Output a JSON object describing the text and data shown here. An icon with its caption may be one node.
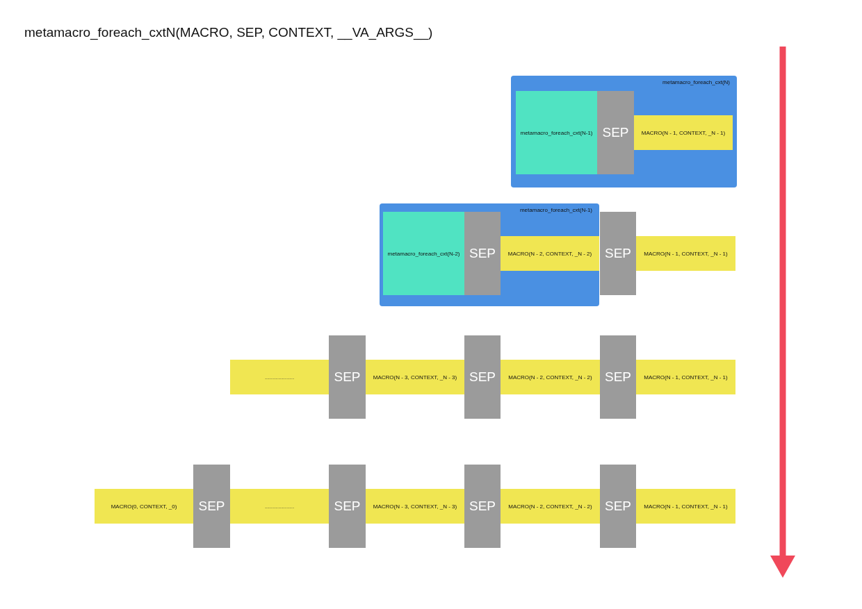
{
  "diagram": {
    "title": "metamacro_foreach_cxtN(MACRO, SEP, CONTEXT, __VA_ARGS__)",
    "nodes": [
      {
        "text": [
          "metamacro_foreach_cxt(N)"
        ]
      },
      {
        "text": [
          "metamacro_foreach_cxt(N-1)"
        ],
        "in": 0
      },
      {
        "text": [
          "SEP"
        ],
        "in": 0
      },
      {
        "text": [
          "MACRO(N - 1, CONTEXT, _N - 1)"
        ],
        "in": 0
      },
      {
        "text": [
          "metamacro_foreach_cxt(N-1)"
        ]
      },
      {
        "text": [
          "metamacro_foreach_cxt(N-2)"
        ],
        "in": 4
      },
      {
        "text": [
          "SEP"
        ],
        "in": 4
      },
      {
        "text": [
          "MACRO(N - 2, CONTEXT, _N - 2)"
        ],
        "in": 4
      },
      {
        "text": [
          "SEP"
        ]
      },
      {
        "text": [
          "MACRO(N - 1, CONTEXT, _N - 1)"
        ]
      },
      {
        "text": [
          "..................."
        ]
      },
      {
        "text": [
          "SEP"
        ]
      },
      {
        "text": [
          "MACRO(N - 3, CONTEXT, _N - 3)"
        ]
      },
      {
        "text": [
          "SEP"
        ]
      },
      {
        "text": [
          "MACRO(N - 2, CONTEXT, _N - 2)"
        ]
      },
      {
        "text": [
          "SEP"
        ]
      },
      {
        "text": [
          "MACRO(N - 1, CONTEXT, _N - 1)"
        ]
      },
      {
        "text": [
          "MACRO(0, CONTEXT, _0)"
        ]
      },
      {
        "text": [
          "SEP"
        ]
      },
      {
        "text": [
          "..................."
        ]
      },
      {
        "text": [
          "SEP"
        ]
      },
      {
        "text": [
          "MACRO(N - 3, CONTEXT, _N - 3)"
        ]
      },
      {
        "text": [
          "SEP"
        ]
      },
      {
        "text": [
          "MACRO(N - 2, CONTEXT, _N - 2)"
        ]
      },
      {
        "text": [
          "SEP"
        ]
      },
      {
        "text": [
          "MACRO(N - 1, CONTEXT, _N - 1)"
        ]
      }
    ]
  }
}
